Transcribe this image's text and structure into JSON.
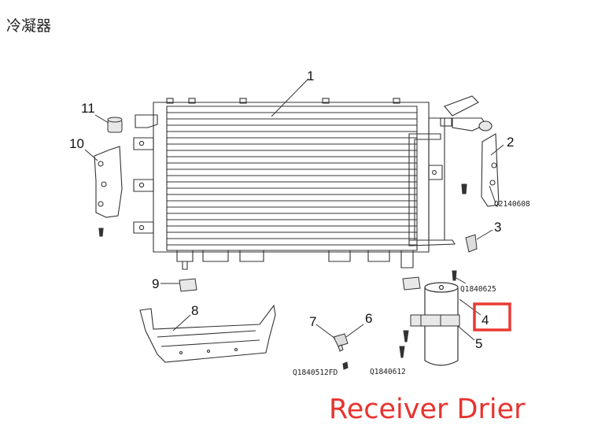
{
  "title": "冷凝器",
  "caption": "Receiver Drier",
  "highlight_color": "#e83a32",
  "caption_color": "#e8332e",
  "highlighted_callout": "4",
  "callouts": [
    {
      "id": "c1",
      "label": "1"
    },
    {
      "id": "c2",
      "label": "2"
    },
    {
      "id": "c3",
      "label": "3"
    },
    {
      "id": "c4",
      "label": "4"
    },
    {
      "id": "c5",
      "label": "5"
    },
    {
      "id": "c6",
      "label": "6"
    },
    {
      "id": "c7",
      "label": "7"
    },
    {
      "id": "c8",
      "label": "8"
    },
    {
      "id": "c9",
      "label": "9"
    },
    {
      "id": "c10",
      "label": "10"
    },
    {
      "id": "c11",
      "label": "11"
    }
  ],
  "part_numbers": [
    {
      "id": "p1",
      "label": "Q2140608"
    },
    {
      "id": "p2",
      "label": "Q1840625"
    },
    {
      "id": "p3",
      "label": "Q1840612"
    },
    {
      "id": "p4",
      "label": "Q1840512FD"
    }
  ]
}
